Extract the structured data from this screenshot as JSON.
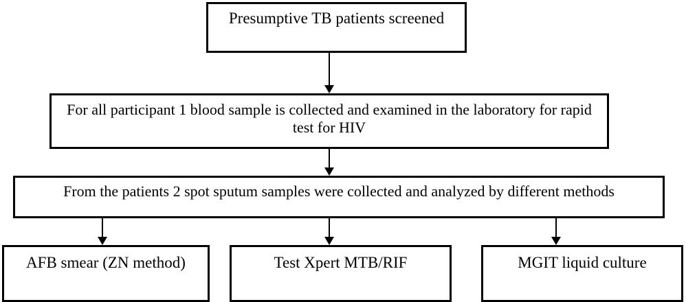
{
  "diagram": {
    "type": "flowchart",
    "orientation": "top-to-bottom",
    "background_color": "#ffffff",
    "line_color": "#000000",
    "text_color": "#000000",
    "nodes": [
      {
        "id": "screened",
        "label": "Presumptive TB patients screened"
      },
      {
        "id": "blood",
        "label": "For all participant 1 blood sample is collected and examined in the laboratory for rapid test for HIV"
      },
      {
        "id": "sputum",
        "label": "From the patients 2 spot sputum samples were collected and analyzed by different methods"
      },
      {
        "id": "afb",
        "label": "AFB smear (ZN method)"
      },
      {
        "id": "xpert",
        "label": "Test Xpert MTB/RIF"
      },
      {
        "id": "mgit",
        "label": "MGIT liquid culture"
      }
    ],
    "edges": [
      {
        "id": "screened-blood",
        "from": "screened",
        "to": "blood",
        "arrow": "down-arrow-icon"
      },
      {
        "id": "blood-sputum",
        "from": "blood",
        "to": "sputum",
        "arrow": "down-arrow-icon"
      },
      {
        "id": "sputum-afb",
        "from": "sputum",
        "to": "afb",
        "arrow": "down-arrow-icon"
      },
      {
        "id": "sputum-xpert",
        "from": "sputum",
        "to": "xpert",
        "arrow": "down-arrow-icon"
      },
      {
        "id": "sputum-mgit",
        "from": "sputum",
        "to": "mgit",
        "arrow": "down-arrow-icon"
      }
    ]
  }
}
